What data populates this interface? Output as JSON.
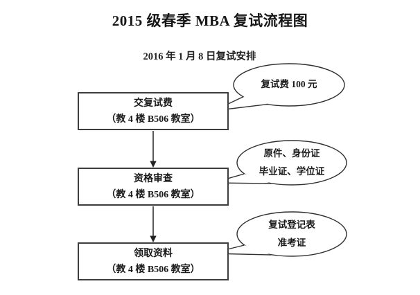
{
  "page": {
    "title": "2015 级春季 MBA 复试流程图",
    "subtitle": "2016 年 1 月 8 日复试安排"
  },
  "flow": {
    "steps": [
      {
        "title": "交复试费",
        "location": "（教 4 楼 B506 教室）"
      },
      {
        "title": "资格审查",
        "location": "（教 4 楼 B506 教室）"
      },
      {
        "title": "领取资料",
        "location": "（教 4 楼 B506 教室）"
      }
    ],
    "callouts": [
      {
        "lines": [
          "复试费 100 元"
        ]
      },
      {
        "lines": [
          "原件、身份证",
          "毕业证、学位证"
        ]
      },
      {
        "lines": [
          "复试登记表",
          "准考证"
        ]
      }
    ]
  },
  "colors": {
    "ink": "#2f2f2f",
    "box_border": "#3d3d3d",
    "background": "#ffffff"
  }
}
